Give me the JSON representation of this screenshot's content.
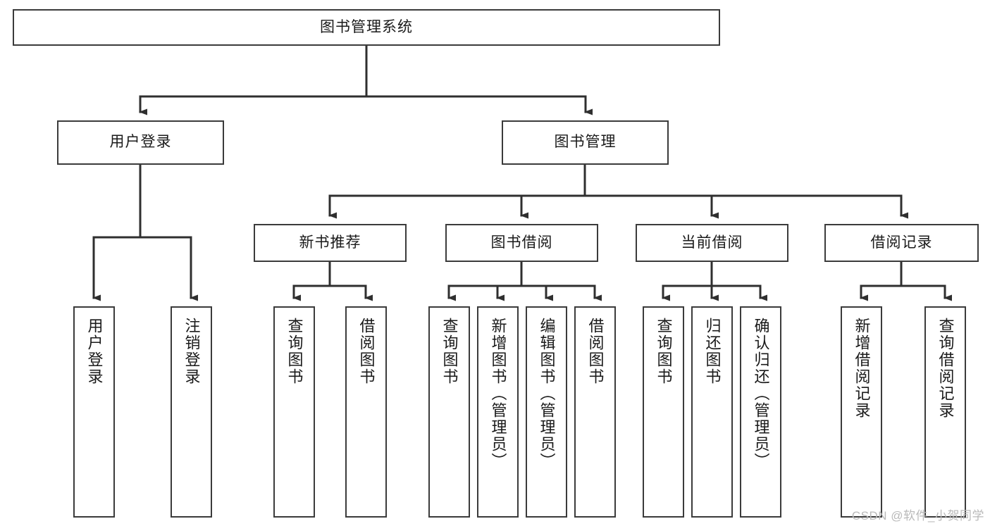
{
  "diagram": {
    "title": "图书管理系统",
    "type": "tree-hierarchy",
    "root": {
      "label": "图书管理系统"
    },
    "level1": [
      {
        "label": "用户登录"
      },
      {
        "label": "图书管理"
      }
    ],
    "level2": [
      {
        "label": "新书推荐"
      },
      {
        "label": "图书借阅"
      },
      {
        "label": "当前借阅"
      },
      {
        "label": "借阅记录"
      }
    ],
    "leaves": [
      {
        "label": "用户登录",
        "parent": "用户登录"
      },
      {
        "label": "注销登录",
        "parent": "用户登录"
      },
      {
        "label": "查询图书",
        "parent": "新书推荐"
      },
      {
        "label": "借阅图书",
        "parent": "新书推荐"
      },
      {
        "label": "查询图书",
        "parent": "图书借阅"
      },
      {
        "label": "新增图书（管理员）",
        "parent": "图书借阅"
      },
      {
        "label": "编辑图书（管理员）",
        "parent": "图书借阅"
      },
      {
        "label": "借阅图书",
        "parent": "图书借阅"
      },
      {
        "label": "查询图书",
        "parent": "当前借阅"
      },
      {
        "label": "归还图书",
        "parent": "当前借阅"
      },
      {
        "label": "确认归还（管理员）",
        "parent": "当前借阅"
      },
      {
        "label": "新增借阅记录",
        "parent": "借阅记录"
      },
      {
        "label": "查询借阅记录",
        "parent": "借阅记录"
      }
    ],
    "watermark": "CSDN @软件_小贺同学",
    "colors": {
      "box_border": "#3b3b3b",
      "box_fill": "#ffffff",
      "connector": "#2f2f2f",
      "text": "#1a1a1a",
      "watermark": "#b9b9b9",
      "background": "#ffffff"
    }
  }
}
